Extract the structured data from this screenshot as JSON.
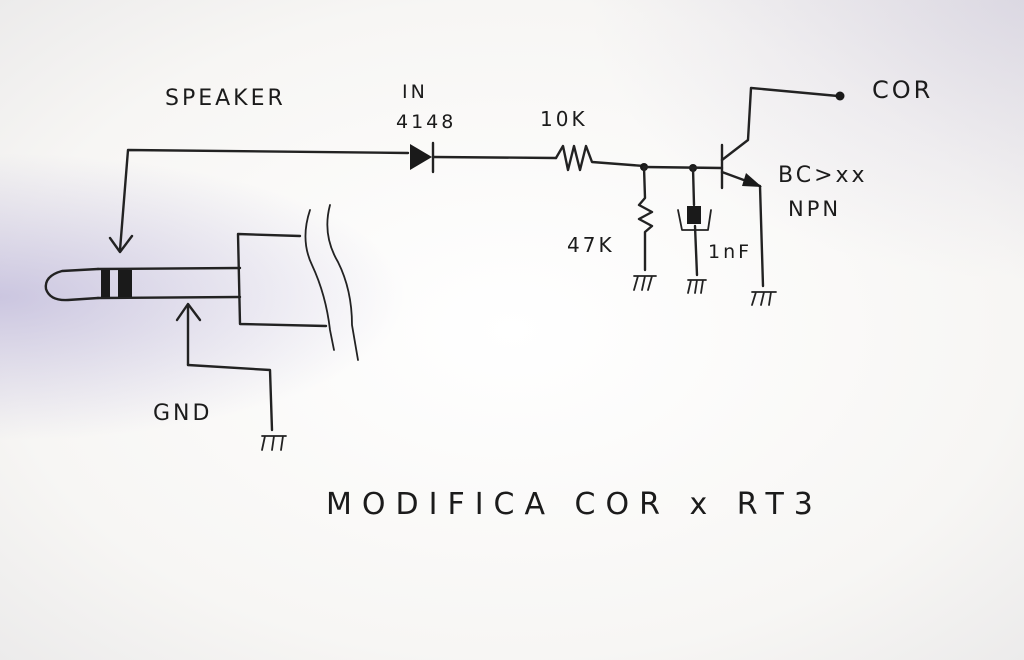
{
  "labels": {
    "speaker": "SPEAKER",
    "diode_part_1": "IN",
    "diode_part_2": "4148",
    "resistor_series": "10K",
    "resistor_shunt": "47K",
    "capacitor": "1nF",
    "output": "COR",
    "transistor_part": "BC>xx",
    "transistor_type": "NPN",
    "ground": "GND",
    "caption": "MODIFICA COR x RT3"
  },
  "colors": {
    "ink": "#222222",
    "paper": "#f6f5f3"
  }
}
